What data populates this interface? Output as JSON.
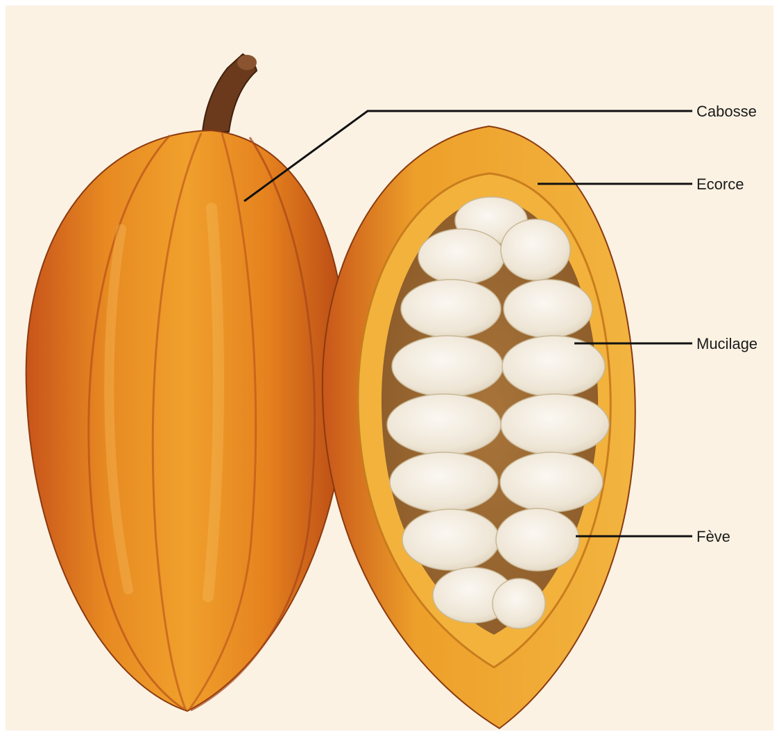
{
  "diagram": {
    "labels": {
      "pod": "Cabosse",
      "husk": "Ecorce",
      "pulp": "Mucilage",
      "bean": "Fève"
    },
    "colors": {
      "background": "#fbf2e3",
      "pod_orange": "#e6821f",
      "pod_dark": "#b24a12",
      "rind_yellow": "#f0a42a",
      "bean_white": "#f3ede2",
      "stem_brown": "#6b3a1c",
      "line": "#111111"
    }
  }
}
